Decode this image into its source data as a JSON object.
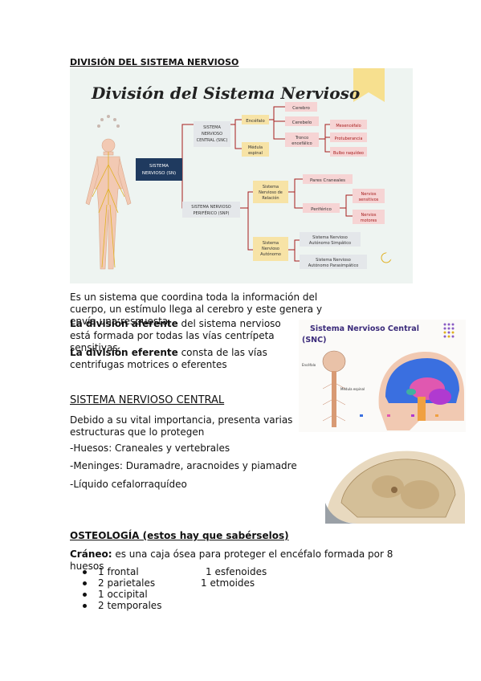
{
  "section1": {
    "heading": "DIVISIÓN DEL SISTEMA NERVIOSO",
    "diagram": {
      "title": "División del Sistema Nervioso",
      "root": "SISTEMA NERVIOSO (SN)",
      "snc": "SISTEMA NERVIOSO CENTRAL (SNC)",
      "snp": "SISTEMA NERVIOSO PERIFÉRICO (SNP)",
      "encefalo": "Encéfalo",
      "medula": "Médula espinal",
      "cerebro": "Cerebro",
      "cerebelo": "Cerebelo",
      "tronco": "Tronco encefálico",
      "mesencefalo": "Mesencéfalo",
      "protuberancia": "Protuberancia",
      "bulbo": "Bulbo raquídeo",
      "relacion": "Sistema Nervioso de Relación",
      "pares": "Pares Craneales",
      "periferico": "Periférico",
      "sensitivos": "Nervios sensitivos",
      "motores": "Nervios motores",
      "autonomo": "Sistema Nervioso Autónomo",
      "simpatico": "Sistema Nervioso Autónomo Simpático",
      "parasimpatico": "Sistema Nervioso Autónomo Parasimpático"
    },
    "intro": "Es un sistema que coordina toda la información del cuerpo, un estímulo llega al cerebro y este genera y envía una respuesta.",
    "afferent_bold": "La división aferente",
    "afferent_rest": " del sistema nervioso está formada por todas las vías centrípeta sensitivas",
    "efferent_bold": "La división eferente",
    "efferent_rest": " consta de las vías centrifugas motrices o eferentes"
  },
  "snc_image": {
    "title_line1": "Sistema Nervioso Central",
    "title_line2": "(SNC)",
    "label_encefalo": "Encéfalo",
    "label_medula": "Médula espinal"
  },
  "section2": {
    "heading": "SISTEMA NERVIOSO CENTRAL",
    "intro": "Debido a su vital importancia, presenta varias estructuras que lo protegen",
    "items": [
      "-Huesos: Craneales y vertebrales",
      "-Meninges: Duramadre, aracnoides y piamadre",
      "-Líquido cefalorraquídeo"
    ]
  },
  "section3": {
    "heading": "OSTEOLOGÍA (estos hay que sabérselos)",
    "skull_bold": "Cráneo:",
    "skull_rest": " es una caja ósea para proteger el encéfalo formada por 8 huesos",
    "bones_left": [
      "1 frontal",
      "2 parietales",
      "1 occipital",
      "2 temporales"
    ],
    "bones_right": [
      "1 esfenoides",
      "1 etmoides"
    ]
  },
  "colors": {
    "navy": "#1f3a5f",
    "red_line": "#a61c1c",
    "yellow_box": "#f7e3a6",
    "pink_box": "#f6d4d4",
    "gray_box": "#e4e7ea",
    "diagram_bg": "#eef4f1"
  }
}
